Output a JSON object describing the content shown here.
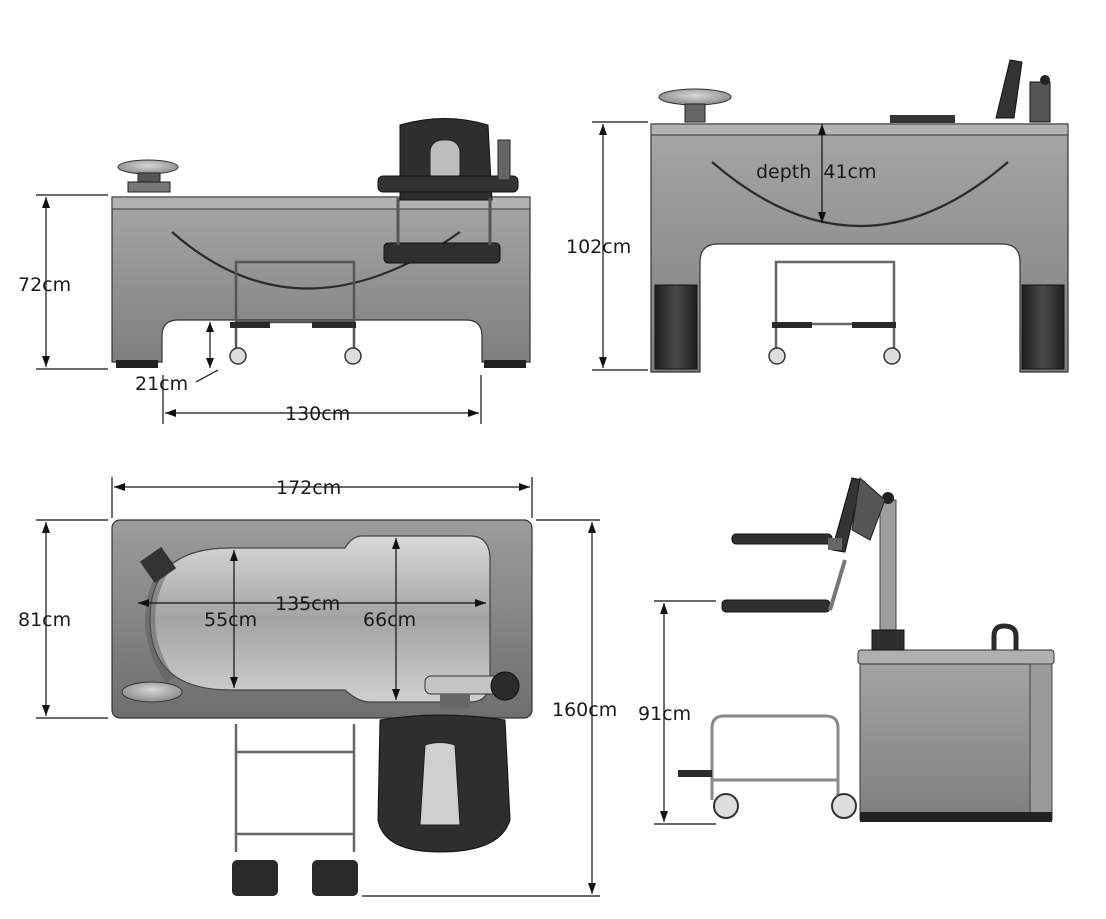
{
  "labels": {
    "front_height": "72cm",
    "front_clearance": "21cm",
    "front_length": "130cm",
    "side_height": "102cm",
    "side_depth": "depth  41cm",
    "top_length": "172cm",
    "top_width": "81cm",
    "top_inner_length": "135cm",
    "top_inner_width_narrow": "55cm",
    "top_inner_width_wide": "66cm",
    "top_total": "160cm",
    "chair_height": "91cm"
  },
  "colors": {
    "tub_body": "#8e8e8e",
    "tub_top": "#a9a9a9",
    "tub_dark": "#3a3a3a",
    "legs": "#2b2b2b",
    "seat": "#2e2e2e",
    "frame": "#9a9a9a",
    "line": "#111111"
  }
}
